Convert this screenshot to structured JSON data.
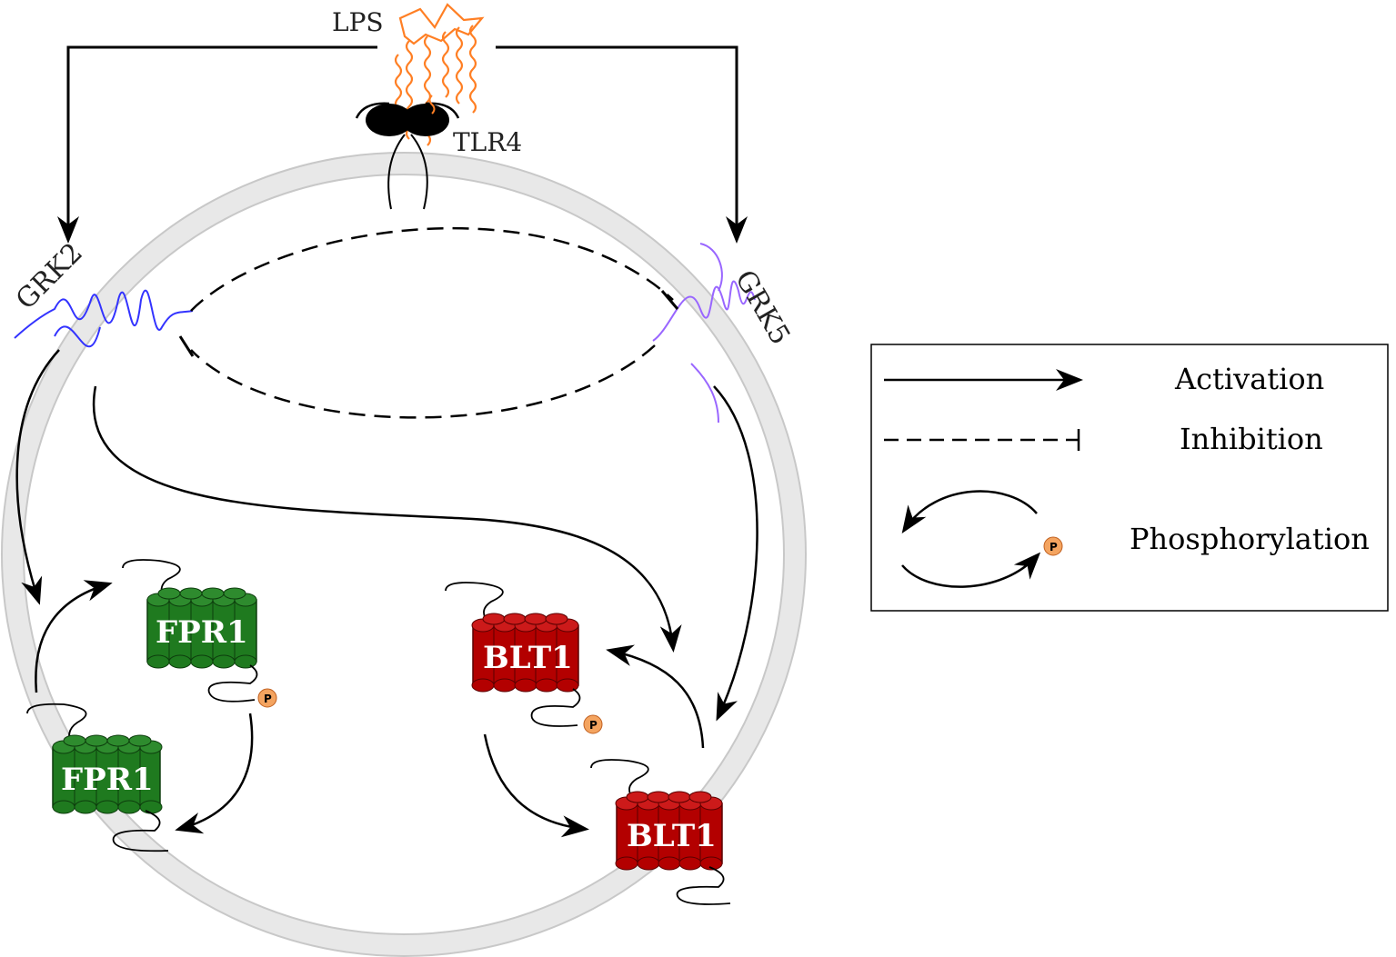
{
  "labels": {
    "lps": "LPS",
    "tlr4": "TLR4",
    "grk2": "GRK2",
    "grk5": "GRK5",
    "fpr1_top": "FPR1",
    "fpr1_bottom": "FPR1",
    "blt1_top": "BLT1",
    "blt1_bottom": "BLT1",
    "phospho_glyph": "P"
  },
  "legend": {
    "activation": "Activation",
    "inhibition": "Inhibition",
    "phosphorylation": "Phosphorylation"
  },
  "colors": {
    "membrane": "#e8e8e8",
    "membrane_edge": "#c8c8c8",
    "lps": "#ff7f24",
    "grk2": "#3333ff",
    "grk5": "#9966ff",
    "fpr1": "#1f7a1f",
    "blt1": "#b30000",
    "phospho": "#f4a460"
  }
}
